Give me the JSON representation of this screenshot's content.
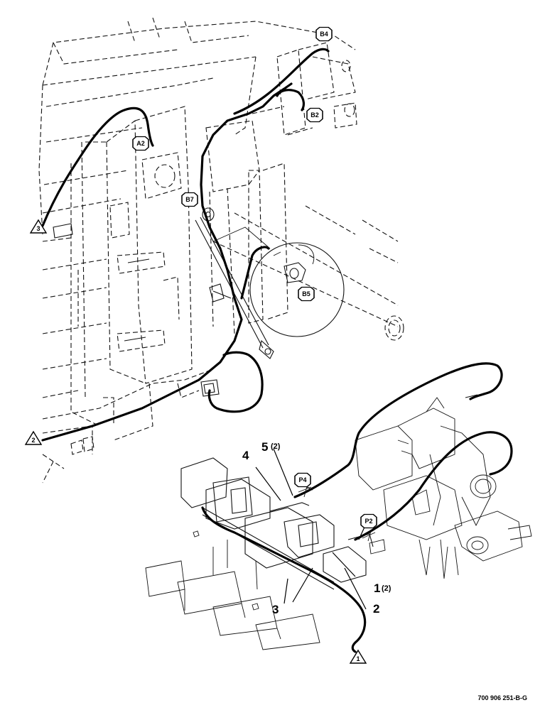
{
  "drawing_id": "700 906 251-B-G",
  "hex_callouts": [
    {
      "id": "B4",
      "text": "B4"
    },
    {
      "id": "B2",
      "text": "B2"
    },
    {
      "id": "A2",
      "text": "A2"
    },
    {
      "id": "B7",
      "text": "B7"
    },
    {
      "id": "B5",
      "text": "B5"
    },
    {
      "id": "P4",
      "text": "P4"
    },
    {
      "id": "P2",
      "text": "P2"
    }
  ],
  "triangle_callouts": [
    {
      "id": "t3",
      "text": "3"
    },
    {
      "id": "t2",
      "text": "2"
    },
    {
      "id": "t1",
      "text": "1"
    }
  ],
  "part_numbers": [
    {
      "id": "p4",
      "text": "4",
      "qty": ""
    },
    {
      "id": "p5",
      "text": "5",
      "qty": "(2)"
    },
    {
      "id": "p1",
      "text": "1",
      "qty": "(2)"
    },
    {
      "id": "p2",
      "text": "2",
      "qty": ""
    },
    {
      "id": "p3",
      "text": "3",
      "qty": ""
    }
  ]
}
